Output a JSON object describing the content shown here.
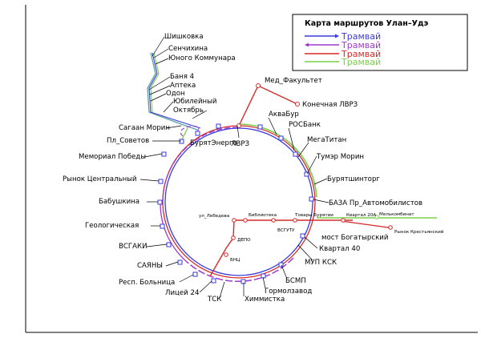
{
  "legend": {
    "title": "Карта маршрутов Улан–Удэ",
    "entries": [
      {
        "label": "Трамвай",
        "color": "#3a3adf"
      },
      {
        "label": "Трамвай",
        "color": "#9b3bd0"
      },
      {
        "label": "Трамвай",
        "color": "#d62a2a"
      },
      {
        "label": "Трамвай",
        "color": "#7ad04a"
      }
    ]
  },
  "colors": {
    "blue": "#3a3adf",
    "purple": "#9b3bd0",
    "red": "#d62a2a",
    "green": "#7ad04a",
    "teal": "#5aa0a0"
  },
  "stops": {
    "north_branch": [
      "Шишковка",
      "Сенчихина",
      "Юного Коммунара",
      "Баня 4",
      "Аптека",
      "Одон",
      "Юбилейный",
      "Октябрь"
    ],
    "ring_left": [
      "Сагаан Морин",
      "Пл_Советов",
      "Мемориал Победы",
      "Рынок Центральный",
      "Бабушкина",
      "Геологическая",
      "ВСГАКИ",
      "САЯНЫ",
      "Респ. Больница",
      "Лицей 24",
      "ТСК"
    ],
    "ring_right": [
      "АкваБур",
      "РОСБанк",
      "МегаТитан",
      "Тумэр Морин",
      "Бурятшинторг",
      "БАЗА Пр_Автомобилистов",
      "мост Богатырский",
      "Квартал 40",
      "МУП КСК",
      "БСМП",
      "Гормолзавод",
      "Химмистка"
    ],
    "ring_top": [
      "БурятЭнерго",
      "ЛВРЗ"
    ],
    "lvrz_branch": [
      "Мед_Факультет",
      "Конечная ЛВРЗ"
    ],
    "inner_branch": [
      "ул_Лебедева",
      "Библиотека",
      "ВСГУТУ",
      "Товары Бурятии",
      "Квартал 20А",
      "Мелькомбинат",
      "Рынок Крестьянский",
      "ДЕПО",
      "БНЦ"
    ]
  }
}
